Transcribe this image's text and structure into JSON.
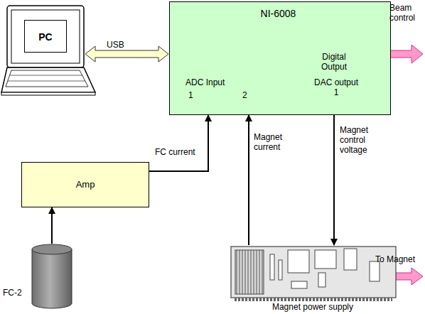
{
  "diagram": {
    "nodes": [
      {
        "text": [
          "PC"
        ]
      },
      {
        "text": [
          "NI-6008",
          "Digital Output",
          "ADC Input",
          "1",
          "2",
          "DAC output 1"
        ]
      },
      {
        "text": [
          "Amp"
        ]
      },
      {
        "text": [
          "FC-2"
        ]
      },
      {
        "text": [
          "Magnet power supply"
        ]
      }
    ],
    "edges": [
      {
        "from": 0,
        "to": 1,
        "label": "USB",
        "arrow": "both"
      },
      {
        "from": 2,
        "to": 1,
        "label": "FC current",
        "arrow": "to"
      },
      {
        "from": 3,
        "to": 2,
        "arrow": "to"
      },
      {
        "from": 4,
        "to": 1,
        "label": "Magnet current",
        "arrow": "to"
      },
      {
        "from": 1,
        "to": 4,
        "label": "Magnet control voltage",
        "arrow": "to"
      }
    ],
    "labels": [
      "Beam control",
      "To Magnet"
    ]
  }
}
